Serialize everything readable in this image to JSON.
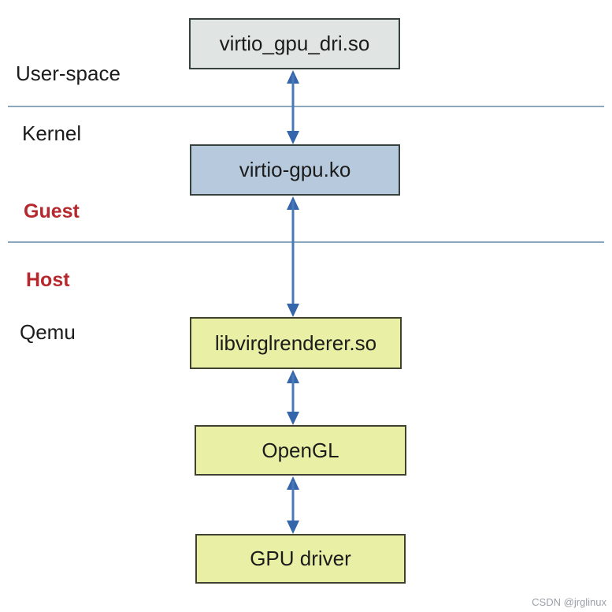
{
  "diagram": {
    "description": "virtio-gpu guest/host graphics stack",
    "zone_labels": [
      {
        "id": "user-space",
        "text": "User-space",
        "color": "#1c1c1c"
      },
      {
        "id": "kernel",
        "text": "Kernel",
        "color": "#1c1c1c"
      },
      {
        "id": "guest",
        "text": "Guest",
        "color": "#b5282d"
      },
      {
        "id": "host",
        "text": "Host",
        "color": "#b5282d"
      },
      {
        "id": "qemu",
        "text": "Qemu",
        "color": "#1c1c1c"
      }
    ],
    "boxes": [
      {
        "id": "virtio-gpu-dri",
        "label": "virtio_gpu_dri.so",
        "fill": "#e0e5e3",
        "border": "#37423c"
      },
      {
        "id": "virtio-gpu-ko",
        "label": "virtio-gpu.ko",
        "fill": "#b7c9dc",
        "border": "#37423c"
      },
      {
        "id": "libvirglrenderer",
        "label": "libvirglrenderer.so",
        "fill": "#e9efa4",
        "border": "#41412f"
      },
      {
        "id": "opengl",
        "label": "OpenGL",
        "fill": "#e9efa4",
        "border": "#41412f"
      },
      {
        "id": "gpu-driver",
        "label": "GPU driver",
        "fill": "#e9efa4",
        "border": "#41412f"
      }
    ],
    "arrows": [
      {
        "id": "dri-ko",
        "from": "virtio_gpu_dri.so",
        "to": "virtio-gpu.ko",
        "bidirectional": true
      },
      {
        "id": "ko-virgl",
        "from": "virtio-gpu.ko",
        "to": "libvirglrenderer.so",
        "bidirectional": true
      },
      {
        "id": "virgl-gl",
        "from": "libvirglrenderer.so",
        "to": "OpenGL",
        "bidirectional": true
      },
      {
        "id": "gl-driver",
        "from": "OpenGL",
        "to": "GPU driver",
        "bidirectional": true
      }
    ],
    "separators": [
      {
        "id": "userspace-kernel",
        "between": [
          "User-space",
          "Kernel"
        ],
        "color": "#8ca8bf"
      },
      {
        "id": "guest-host",
        "between": [
          "Guest",
          "Host"
        ],
        "color": "#8ca8bf"
      }
    ],
    "arrow_color": "#3566ab",
    "watermark": "CSDN @jrglinux"
  }
}
